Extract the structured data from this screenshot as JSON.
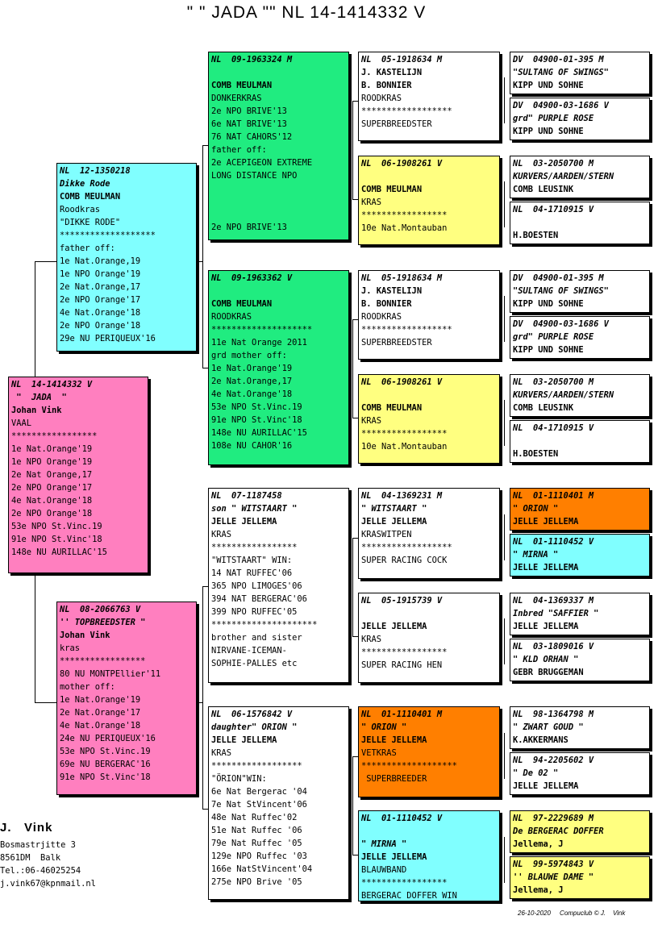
{
  "header": {
    "title": "\" \"  JADA  \"\"  NL  14-1414332 V"
  },
  "colors": {
    "pink": "#ff7fbf",
    "cyan": "#80ffff",
    "green": "#20ec80",
    "yellow": "#ffff80",
    "orange": "#ff7f00",
    "white": "#ffffff"
  },
  "boxes": {
    "subject": {
      "color": "pink",
      "lines": [
        {
          "t": "NL  14-1414332 V",
          "s": "bi"
        },
        {
          "t": " \"  JADA  \"",
          "s": "bi"
        },
        {
          "t": "Johan Vink",
          "s": "b"
        },
        {
          "t": "VAAL",
          "s": ""
        },
        {
          "t": "*****************",
          "s": ""
        },
        {
          "t": "1e Nat.Orange'19",
          "s": ""
        },
        {
          "t": "1e NPO Orange'19",
          "s": ""
        },
        {
          "t": "2e Nat Orange,17",
          "s": ""
        },
        {
          "t": "2e NPO Orange'17",
          "s": ""
        },
        {
          "t": "4e Nat.Orange'18",
          "s": ""
        },
        {
          "t": "2e NPO Orange'18",
          "s": ""
        },
        {
          "t": "53e NPO St.Vinc.19",
          "s": ""
        },
        {
          "t": "91e NPO St.Vinc'18",
          "s": ""
        },
        {
          "t": "148e NU AURILLAC'15",
          "s": ""
        }
      ]
    },
    "sire": {
      "color": "cyan",
      "lines": [
        {
          "t": "NL  12-1350218",
          "s": "bi"
        },
        {
          "t": "Dikke Rode",
          "s": "bi"
        },
        {
          "t": "COMB MEULMAN",
          "s": "b"
        },
        {
          "t": "Roodkras",
          "s": ""
        },
        {
          "t": "\"DIKKE RODE\"",
          "s": ""
        },
        {
          "t": "*******************",
          "s": ""
        },
        {
          "t": "father off:",
          "s": ""
        },
        {
          "t": "1e Nat.Orange,19",
          "s": ""
        },
        {
          "t": "1e NPO Orange'19",
          "s": ""
        },
        {
          "t": "2e Nat.Orange,17",
          "s": ""
        },
        {
          "t": "2e NPO Orange'17",
          "s": ""
        },
        {
          "t": "4e Nat.Orange'18",
          "s": ""
        },
        {
          "t": "2e NPO Orange'18",
          "s": ""
        },
        {
          "t": "29e NU PERIQUEUX'16",
          "s": ""
        }
      ]
    },
    "dam": {
      "color": "pink",
      "lines": [
        {
          "t": "NL  08-2066763 V",
          "s": "bi"
        },
        {
          "t": "'' TOPBREEDSTER \"",
          "s": "bi"
        },
        {
          "t": "Johan Vink",
          "s": "b"
        },
        {
          "t": "kras",
          "s": ""
        },
        {
          "t": "*****************",
          "s": ""
        },
        {
          "t": "80 NU MONTPEllier'11",
          "s": ""
        },
        {
          "t": "mother off:",
          "s": ""
        },
        {
          "t": "1e Nat.Orange'19",
          "s": ""
        },
        {
          "t": "2e Nat.Orange'17",
          "s": ""
        },
        {
          "t": "4e Nat.Orange'18",
          "s": ""
        },
        {
          "t": "24e NU PERIQUEUX'16",
          "s": ""
        },
        {
          "t": "53e NPO St.Vinc.19",
          "s": ""
        },
        {
          "t": "69e NU BERGERAC'16",
          "s": ""
        },
        {
          "t": "91e NPO St.Vinc'18",
          "s": ""
        }
      ]
    },
    "gen2_1": {
      "color": "green",
      "lines": [
        {
          "t": "NL  09-1963324 M",
          "s": "bi"
        },
        {
          "t": "",
          "s": ""
        },
        {
          "t": "COMB MEULMAN",
          "s": "b"
        },
        {
          "t": "DONKERKRAS",
          "s": ""
        },
        {
          "t": "2e NPO BRIVE'13",
          "s": ""
        },
        {
          "t": "6e NAT BRIVE'13",
          "s": ""
        },
        {
          "t": "76 NAT CAHORS'12",
          "s": ""
        },
        {
          "t": "father off:",
          "s": ""
        },
        {
          "t": "2e ACEPIGEON EXTREME",
          "s": ""
        },
        {
          "t": "LONG DISTANCE NPO",
          "s": ""
        },
        {
          "t": "",
          "s": ""
        },
        {
          "t": "",
          "s": ""
        },
        {
          "t": "",
          "s": ""
        },
        {
          "t": "2e NPO BRIVE'13",
          "s": ""
        }
      ]
    },
    "gen2_2": {
      "color": "green",
      "lines": [
        {
          "t": "NL  09-1963362 V",
          "s": "bi"
        },
        {
          "t": "",
          "s": ""
        },
        {
          "t": "COMB MEULMAN",
          "s": "b"
        },
        {
          "t": "ROODKRAS",
          "s": ""
        },
        {
          "t": "********************",
          "s": ""
        },
        {
          "t": "11e Nat Orange 2011",
          "s": ""
        },
        {
          "t": "grd mother off:",
          "s": ""
        },
        {
          "t": "1e Nat.Orange'19",
          "s": ""
        },
        {
          "t": "2e Nat.Orange,17",
          "s": ""
        },
        {
          "t": "4e Nat.Orange'18",
          "s": ""
        },
        {
          "t": "53e NPO St.Vinc.19",
          "s": ""
        },
        {
          "t": "91e NPO St.Vinc'18",
          "s": ""
        },
        {
          "t": "148e NU AURILLAC'15",
          "s": ""
        },
        {
          "t": "108e NU CAHOR'16",
          "s": ""
        }
      ]
    },
    "gen2_3": {
      "color": "white",
      "lines": [
        {
          "t": "NL  07-1187458",
          "s": "bi"
        },
        {
          "t": "son \" WITSTAART \"",
          "s": "bi"
        },
        {
          "t": "JELLE JELLEMA",
          "s": "b"
        },
        {
          "t": "KRAS",
          "s": ""
        },
        {
          "t": "*****************",
          "s": ""
        },
        {
          "t": "\"WITSTAART\" WIN:",
          "s": ""
        },
        {
          "t": "14 NAT RUFFEC'06",
          "s": ""
        },
        {
          "t": "365 NPO LIMOGES'06",
          "s": ""
        },
        {
          "t": "394 NAT BERGERAC'06",
          "s": ""
        },
        {
          "t": "399 NPO RUFFEC'05",
          "s": ""
        },
        {
          "t": "*********************",
          "s": ""
        },
        {
          "t": "brother and sister",
          "s": ""
        },
        {
          "t": "NIRVANE-ICEMAN-",
          "s": ""
        },
        {
          "t": "SOPHIE-PALLES etc",
          "s": ""
        }
      ]
    },
    "gen2_4": {
      "color": "white",
      "lines": [
        {
          "t": "NL  06-1576842 V",
          "s": "bi"
        },
        {
          "t": "daughter\" ORION \"",
          "s": "bi"
        },
        {
          "t": "JELLE JELLEMA",
          "s": "b"
        },
        {
          "t": "KRAS",
          "s": ""
        },
        {
          "t": "******************",
          "s": ""
        },
        {
          "t": "\"ÖRION\"WIN:",
          "s": ""
        },
        {
          "t": "6e Nat Bergerac '04",
          "s": ""
        },
        {
          "t": "7e Nat StVincent'06",
          "s": ""
        },
        {
          "t": "48e Nat Ruffec'02",
          "s": ""
        },
        {
          "t": "51e Nat Ruffec '06",
          "s": ""
        },
        {
          "t": "79e Nat Ruffec '05",
          "s": ""
        },
        {
          "t": "129e NPO Ruffec '03",
          "s": ""
        },
        {
          "t": "166e NatStVincent'04",
          "s": ""
        },
        {
          "t": "275e NPO Brive '05",
          "s": ""
        }
      ]
    },
    "gen3_1": {
      "color": "white",
      "lines": [
        {
          "t": "NL  05-1918634 M",
          "s": "bi"
        },
        {
          "t": "J. KASTELIJN",
          "s": "b"
        },
        {
          "t": "B. BONNIER",
          "s": "b"
        },
        {
          "t": "ROODKRAS",
          "s": ""
        },
        {
          "t": "******************",
          "s": ""
        },
        {
          "t": "SUPERBREEDSTER",
          "s": ""
        }
      ]
    },
    "gen3_2": {
      "color": "yellow",
      "lines": [
        {
          "t": "NL  06-1908261 V",
          "s": "bi"
        },
        {
          "t": "",
          "s": ""
        },
        {
          "t": "COMB MEULMAN",
          "s": "b"
        },
        {
          "t": "KRAS",
          "s": ""
        },
        {
          "t": "*****************",
          "s": ""
        },
        {
          "t": "10e Nat.Montauban",
          "s": ""
        }
      ]
    },
    "gen3_3": {
      "color": "white",
      "lines": [
        {
          "t": "NL  05-1918634 M",
          "s": "bi"
        },
        {
          "t": "J. KASTELIJN",
          "s": "b"
        },
        {
          "t": "B. BONNIER",
          "s": "b"
        },
        {
          "t": "ROODKRAS",
          "s": ""
        },
        {
          "t": "******************",
          "s": ""
        },
        {
          "t": "SUPERBREEDSTER",
          "s": ""
        }
      ]
    },
    "gen3_4": {
      "color": "yellow",
      "lines": [
        {
          "t": "NL  06-1908261 V",
          "s": "bi"
        },
        {
          "t": "",
          "s": ""
        },
        {
          "t": "COMB MEULMAN",
          "s": "b"
        },
        {
          "t": "KRAS",
          "s": ""
        },
        {
          "t": "*****************",
          "s": ""
        },
        {
          "t": "10e Nat.Montauban",
          "s": ""
        }
      ]
    },
    "gen3_5": {
      "color": "white",
      "lines": [
        {
          "t": "NL  04-1369231 M",
          "s": "bi"
        },
        {
          "t": "\" WITSTAART \"",
          "s": "bi"
        },
        {
          "t": "JELLE JELLEMA",
          "s": "b"
        },
        {
          "t": "KRASWITPEN",
          "s": ""
        },
        {
          "t": "******************",
          "s": ""
        },
        {
          "t": "SUPER RACING COCK",
          "s": ""
        }
      ]
    },
    "gen3_6": {
      "color": "white",
      "lines": [
        {
          "t": "NL  05-1915739 V",
          "s": "bi"
        },
        {
          "t": "",
          "s": ""
        },
        {
          "t": "JELLE JELLEMA",
          "s": "b"
        },
        {
          "t": "KRAS",
          "s": ""
        },
        {
          "t": "*****************",
          "s": ""
        },
        {
          "t": "SUPER RACING HEN",
          "s": ""
        }
      ]
    },
    "gen3_7": {
      "color": "orange",
      "lines": [
        {
          "t": "NL  01-1110401 M",
          "s": "bi"
        },
        {
          "t": "\" ORION \"",
          "s": "bi"
        },
        {
          "t": "JELLE JELLEMA",
          "s": "b"
        },
        {
          "t": "VETKRAS",
          "s": ""
        },
        {
          "t": "*******************",
          "s": ""
        },
        {
          "t": " SUPERBREEDER",
          "s": ""
        }
      ]
    },
    "gen3_8": {
      "color": "cyan",
      "lines": [
        {
          "t": "NL  01-1110452 V",
          "s": "bi"
        },
        {
          "t": "",
          "s": ""
        },
        {
          "t": "\" MIRNA \"",
          "s": "bi"
        },
        {
          "t": "JELLE JELLEMA",
          "s": "b"
        },
        {
          "t": "BLAUWBAND",
          "s": ""
        },
        {
          "t": "*****************",
          "s": ""
        },
        {
          "t": "BERGERAC DOFFER WIN",
          "s": ""
        }
      ]
    },
    "gen4_1": {
      "color": "white",
      "lines": [
        {
          "t": "DV  04900-01-395 M",
          "s": "bi"
        },
        {
          "t": "\"SULTANG OF SWINGS\"",
          "s": "bi"
        },
        {
          "t": "KIPP UND SOHNE",
          "s": "b"
        }
      ]
    },
    "gen4_2": {
      "color": "white",
      "lines": [
        {
          "t": "DV  04900-03-1686 V",
          "s": "bi"
        },
        {
          "t": "grd\" PURPLE ROSE",
          "s": "bi"
        },
        {
          "t": "KIPP UND SOHNE",
          "s": "b"
        }
      ]
    },
    "gen4_3": {
      "color": "white",
      "lines": [
        {
          "t": "NL  03-2050700 M",
          "s": "bi"
        },
        {
          "t": "KURVERS/AARDEN/STERN",
          "s": "bi"
        },
        {
          "t": "COMB LEUSINK",
          "s": "b"
        }
      ]
    },
    "gen4_4": {
      "color": "white",
      "lines": [
        {
          "t": "NL  04-1710915 V",
          "s": "bi"
        },
        {
          "t": "",
          "s": ""
        },
        {
          "t": "H.BOESTEN",
          "s": "b"
        }
      ]
    },
    "gen4_5": {
      "color": "white",
      "lines": [
        {
          "t": "DV  04900-01-395 M",
          "s": "bi"
        },
        {
          "t": "\"SULTANG OF SWINGS\"",
          "s": "bi"
        },
        {
          "t": "KIPP UND SOHNE",
          "s": "b"
        }
      ]
    },
    "gen4_6": {
      "color": "white",
      "lines": [
        {
          "t": "DV  04900-03-1686 V",
          "s": "bi"
        },
        {
          "t": "grd\" PURPLE ROSE",
          "s": "bi"
        },
        {
          "t": "KIPP UND SOHNE",
          "s": "b"
        }
      ]
    },
    "gen4_7": {
      "color": "white",
      "lines": [
        {
          "t": "NL  03-2050700 M",
          "s": "bi"
        },
        {
          "t": "KURVERS/AARDEN/STERN",
          "s": "bi"
        },
        {
          "t": "COMB LEUSINK",
          "s": "b"
        }
      ]
    },
    "gen4_8": {
      "color": "white",
      "lines": [
        {
          "t": "NL  04-1710915 V",
          "s": "bi"
        },
        {
          "t": "",
          "s": ""
        },
        {
          "t": "H.BOESTEN",
          "s": "b"
        }
      ]
    },
    "gen4_9": {
      "color": "orange",
      "lines": [
        {
          "t": "NL  01-1110401 M",
          "s": "bi"
        },
        {
          "t": "\" ORION \"",
          "s": "bi"
        },
        {
          "t": "JELLE JELLEMA",
          "s": "b"
        }
      ]
    },
    "gen4_10": {
      "color": "cyan",
      "lines": [
        {
          "t": "NL  01-1110452 V",
          "s": "bi"
        },
        {
          "t": "\" MIRNA \"",
          "s": "bi"
        },
        {
          "t": "JELLE JELLEMA",
          "s": "b"
        }
      ]
    },
    "gen4_11": {
      "color": "white",
      "lines": [
        {
          "t": "NL  04-1369337 M",
          "s": "bi"
        },
        {
          "t": "Inbred \"SAFFIER \"",
          "s": "bi"
        },
        {
          "t": "JELLE JELLEMA",
          "s": "b"
        }
      ]
    },
    "gen4_12": {
      "color": "white",
      "lines": [
        {
          "t": "NL  03-1809016 V",
          "s": "bi"
        },
        {
          "t": "\" KLD ORHAN \"",
          "s": "bi"
        },
        {
          "t": "GEBR BRUGGEMAN",
          "s": "b"
        }
      ]
    },
    "gen4_13": {
      "color": "white",
      "lines": [
        {
          "t": "NL  98-1364798 M",
          "s": "bi"
        },
        {
          "t": "\" ZWART GOUD \"",
          "s": "bi"
        },
        {
          "t": "K.AKKERMANS",
          "s": "b"
        }
      ]
    },
    "gen4_14": {
      "color": "white",
      "lines": [
        {
          "t": "NL  94-2205602 V",
          "s": "bi"
        },
        {
          "t": "\" De 02 \"",
          "s": "bi"
        },
        {
          "t": "JELLE JELLEMA",
          "s": "b"
        }
      ]
    },
    "gen4_15": {
      "color": "yellow",
      "lines": [
        {
          "t": "NL  97-2229689 M",
          "s": "bi"
        },
        {
          "t": "De BERGERAC DOFFER",
          "s": "bi"
        },
        {
          "t": "Jellema, J",
          "s": "b"
        }
      ]
    },
    "gen4_16": {
      "color": "yellow",
      "lines": [
        {
          "t": "NL  99-5974843 V",
          "s": "bi"
        },
        {
          "t": "'' BLAUWE DAME \"",
          "s": "bi"
        },
        {
          "t": "Jellema, J",
          "s": "b"
        }
      ]
    }
  },
  "address": {
    "name": "J.   Vink",
    "lines": [
      "Bosmastrjitte 3",
      "8561DM  Balk",
      "Tel.:06-46025254",
      "j.vink67@kpnmail.nl"
    ]
  },
  "footer": {
    "text": "26-10-2020     Compuclub © J.    Vink"
  }
}
